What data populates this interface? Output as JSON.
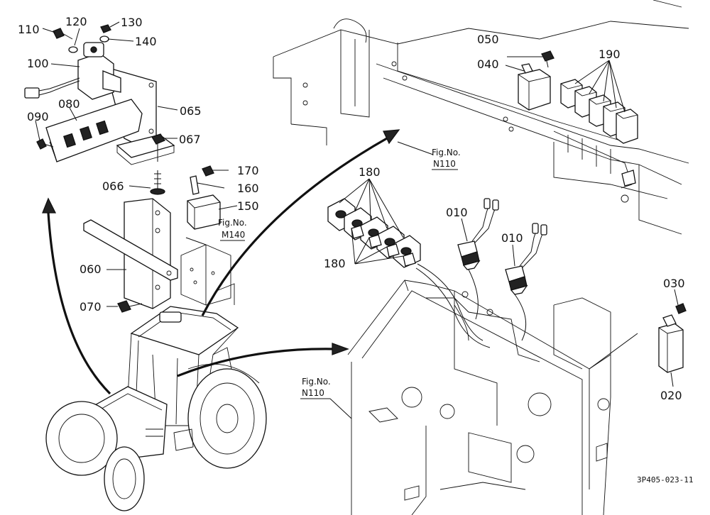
{
  "parts": {
    "p110": "110",
    "p120": "120",
    "p130": "130",
    "p140": "140",
    "p100": "100",
    "p065": "065",
    "p080": "080",
    "p090": "090",
    "p067": "067",
    "p066": "066",
    "p170": "170",
    "p160": "160",
    "p150": "150",
    "p060": "060",
    "p070": "070",
    "p050": "050",
    "p040": "040",
    "p190": "190",
    "p180a": "180",
    "p180b": "180",
    "p010a": "010",
    "p010b": "010",
    "p030": "030",
    "p020": "020"
  },
  "refs": {
    "m140_fig": "Fig.No.",
    "m140_num": "M140",
    "n110a_fig": "Fig.No.",
    "n110a_num": "N110",
    "n110b_fig": "Fig.No.",
    "n110b_num": "N110"
  },
  "drawing_code": "3P405-023-11"
}
